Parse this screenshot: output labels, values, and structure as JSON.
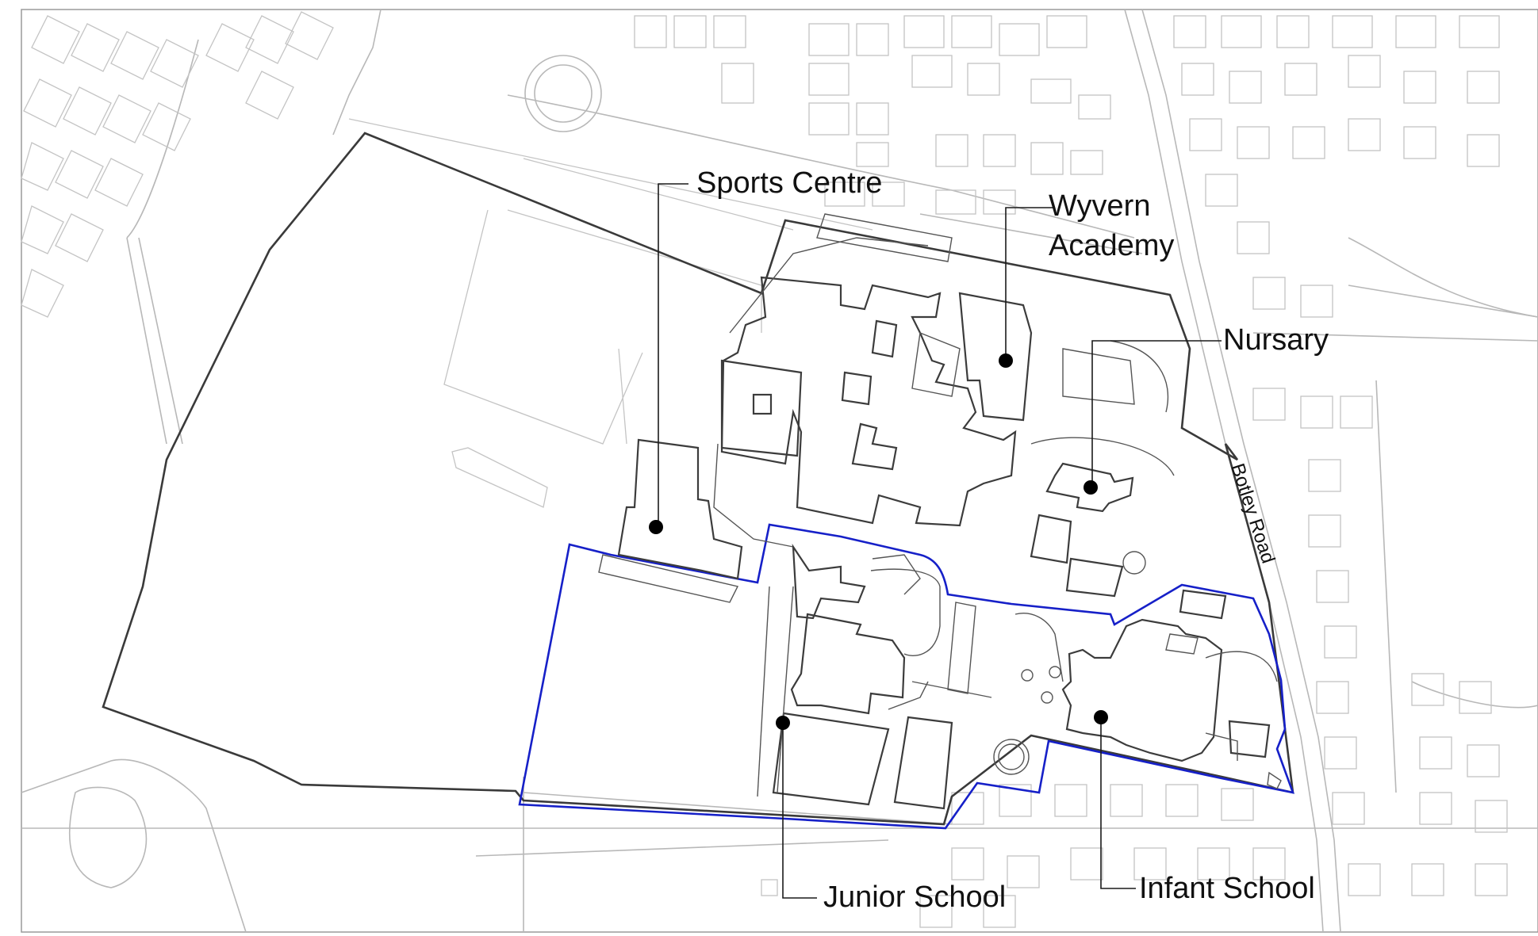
{
  "map": {
    "labels": {
      "sports_centre": "Sports Centre",
      "wyvern_academy_line1": "Wyvern",
      "wyvern_academy_line2": "Academy",
      "nursary": "Nursary",
      "junior_school": "Junior School",
      "infant_school": "Infant School"
    },
    "roads": {
      "botley_road": "Botley Road"
    },
    "colors": {
      "campus_boundary": "#3a3a3a",
      "site_boundary": "#1620c8",
      "context_lines": "#b8b8b8",
      "buildings": "#3c3c3c",
      "markers": "#000000"
    }
  }
}
